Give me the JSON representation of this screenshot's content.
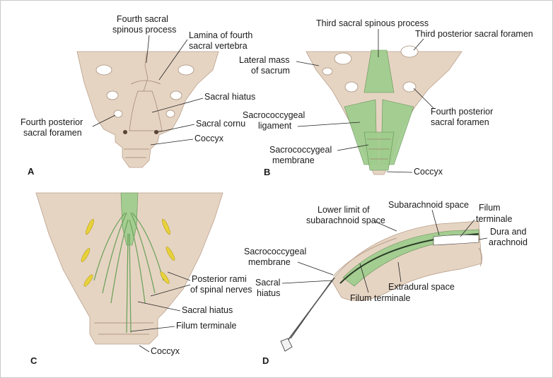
{
  "panels": {
    "A": {
      "letter": "A",
      "labels": {
        "fourth_spinous_1": "Fourth sacral",
        "fourth_spinous_2": "spinous process",
        "lamina_1": "Lamina of fourth",
        "lamina_2": "sacral vertebra",
        "hiatus": "Sacral hiatus",
        "foramen_1": "Fourth posterior",
        "foramen_2": "sacral foramen",
        "cornu": "Sacral cornu",
        "coccyx": "Coccyx"
      }
    },
    "B": {
      "letter": "B",
      "labels": {
        "third_spinous": "Third sacral spinous process",
        "third_foramen": "Third posterior sacral foramen",
        "lateral_1": "Lateral mass",
        "lateral_2": "of sacrum",
        "lig_1": "Sacrococcygeal",
        "lig_2": "ligament",
        "fourth_foramen_1": "Fourth posterior",
        "fourth_foramen_2": "sacral foramen",
        "memb_1": "Sacrococcygeal",
        "memb_2": "membrane",
        "coccyx": "Coccyx"
      }
    },
    "C": {
      "letter": "C",
      "labels": {
        "rami_1": "Posterior rami",
        "rami_2": "of spinal nerves",
        "hiatus": "Sacral hiatus",
        "filum": "Filum terminale",
        "coccyx": "Coccyx"
      }
    },
    "D": {
      "letter": "D",
      "labels": {
        "lower_1": "Lower limit of",
        "lower_2": "subarachnoid space",
        "subarachnoid": "Subarachnoid space",
        "filum_1": "Filum",
        "filum_2": "terminale",
        "dura_1": "Dura and",
        "dura_2": "arachnoid",
        "memb_1": "Sacrococcygeal",
        "memb_2": "membrane",
        "hiatus_1": "Sacral",
        "hiatus_2": "hiatus",
        "extradural": "Extradural space",
        "filum_bottom": "Filum terminale"
      }
    }
  }
}
